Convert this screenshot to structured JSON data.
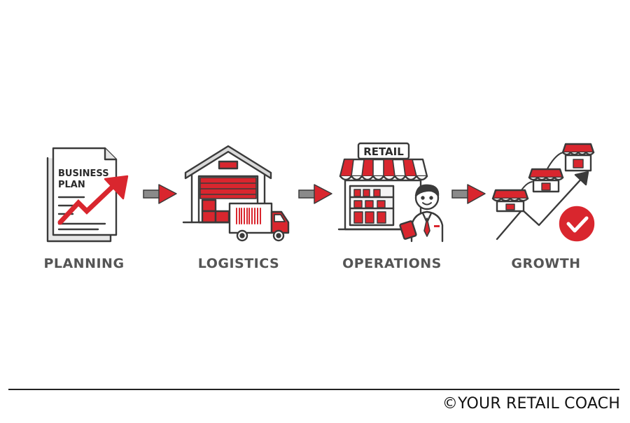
{
  "steps": [
    {
      "label": "PLANNING",
      "icon": "business-plan-document-icon",
      "document_title": "BUSINESS",
      "document_title_2": "PLAN"
    },
    {
      "label": "LOGISTICS",
      "icon": "warehouse-truck-icon"
    },
    {
      "label": "OPERATIONS",
      "icon": "retail-store-staff-icon",
      "sign": "RETAIL"
    },
    {
      "label": "GROWTH",
      "icon": "store-growth-chart-icon"
    }
  ],
  "connector_icon": "arrow-right-icon",
  "footer": {
    "copyright": "©YOUR RETAIL COACH"
  },
  "colors": {
    "accent": "#d9262e",
    "outline": "#3a3a3a",
    "label": "#555555",
    "arrow_shaft": "#8a8a8a"
  }
}
